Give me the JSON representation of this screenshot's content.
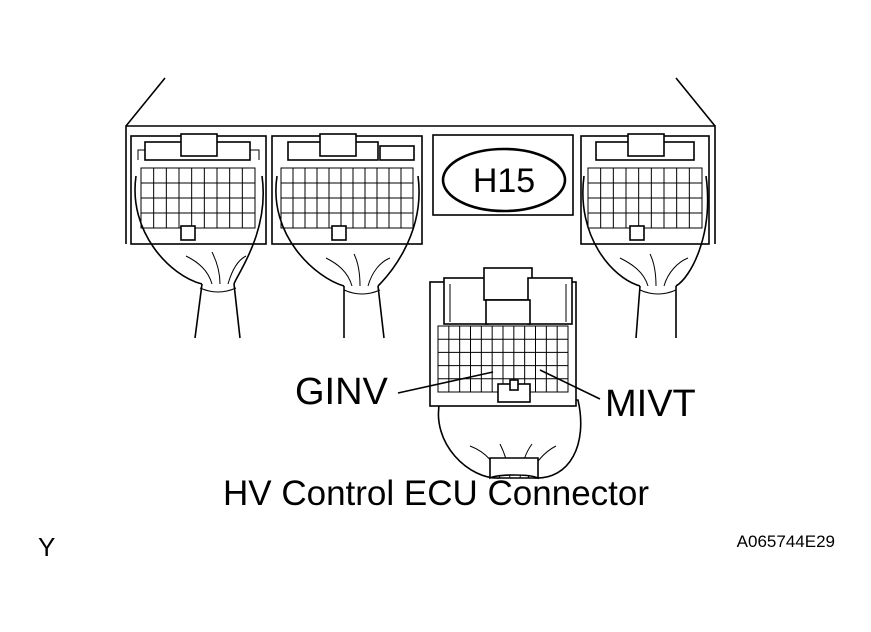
{
  "ecu_label": "H15",
  "callouts": {
    "left_pin": "GINV",
    "right_pin": "MIVT"
  },
  "caption": "HV Control ECU Connector",
  "corner_letter": "Y",
  "figure_ref": "A065744E29"
}
